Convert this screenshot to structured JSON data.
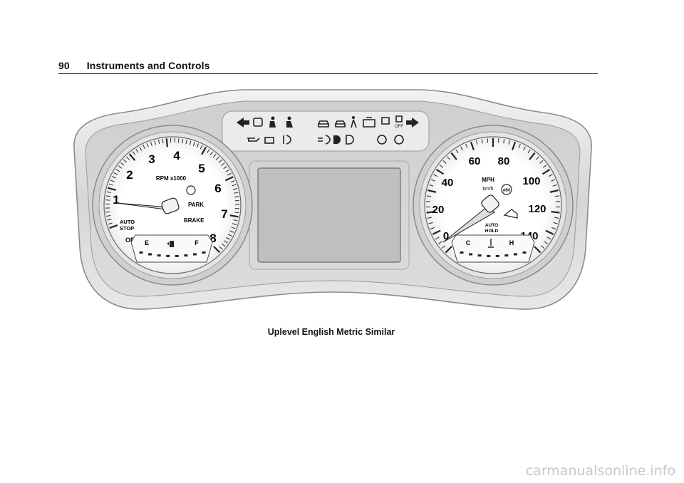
{
  "header": {
    "page_number": "90",
    "section_title": "Instruments and Controls"
  },
  "figure": {
    "tachometer": {
      "scale_label": "RPM x1000",
      "ticks": [
        "1",
        "2",
        "3",
        "4",
        "5",
        "6",
        "7",
        "8"
      ],
      "labels": {
        "auto_stop": "AUTO\nSTOP",
        "off": "OFF",
        "park": "PARK",
        "brake": "BRAKE"
      },
      "fuel": {
        "empty": "E",
        "full": "F"
      }
    },
    "speedometer": {
      "unit_primary": "MPH",
      "unit_secondary": "km/h",
      "ticks": [
        "0",
        "20",
        "40",
        "60",
        "80",
        "100",
        "120",
        "140"
      ],
      "labels": {
        "auto_hold": "AUTO\nHOLD",
        "abs": "ABS"
      },
      "temperature": {
        "cold": "C",
        "hot": "H"
      }
    },
    "telltale_off": "OFF"
  },
  "caption": "Uplevel English Metric Similar",
  "watermark": "carmanualsonline.info"
}
